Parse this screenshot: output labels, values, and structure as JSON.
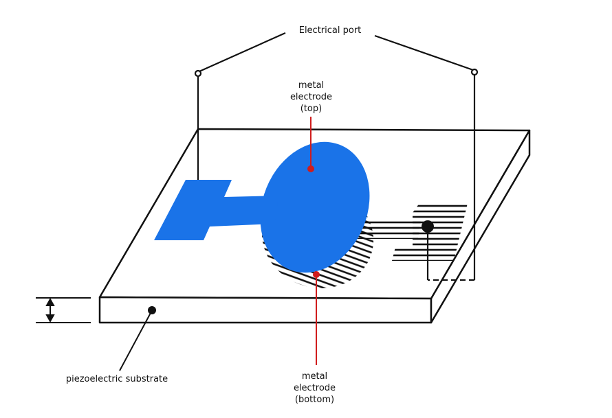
{
  "labels": {
    "port": "Electrical port",
    "top_electrode": [
      "metal",
      "electrode",
      "(top)"
    ],
    "bottom_electrode": [
      "metal",
      "electrode",
      "(bottom)"
    ],
    "substrate": "piezoelectric substrate"
  },
  "colors": {
    "electrode_top": "#1a73e8",
    "lead": "#d01c1c",
    "ink": "#111111"
  }
}
